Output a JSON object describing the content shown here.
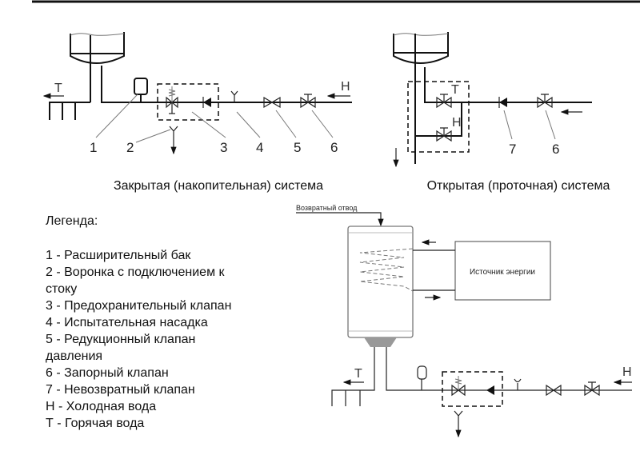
{
  "closed_system": {
    "caption": "Закрытая (накопительная) система",
    "numbers": [
      "1",
      "2",
      "3",
      "4",
      "5",
      "6"
    ],
    "hot_label": "Т",
    "cold_label": "Н"
  },
  "open_system": {
    "caption": "Открытая (проточная) система",
    "numbers": [
      "7",
      "6"
    ],
    "hot_label": "Т",
    "cold_label": "Н"
  },
  "legend": {
    "title": "Легенда:",
    "items": [
      "1 - Расширительный бак",
      "2 - Воронка с подключением к\nстоку",
      "3 - Предохранительный клапан",
      "4 - Испытательная насадка",
      "5 - Редукционный клапан\nдавления",
      "6 - Запорный клапан",
      "7 - Невозвратный клапан",
      "Н - Холодная вода",
      "Т - Горячая вода"
    ]
  },
  "indirect_heater": {
    "return_label": "Возвратный отвод",
    "energy_source_label": "Источник энергии",
    "hot_label": "Т",
    "cold_label": "Н"
  }
}
